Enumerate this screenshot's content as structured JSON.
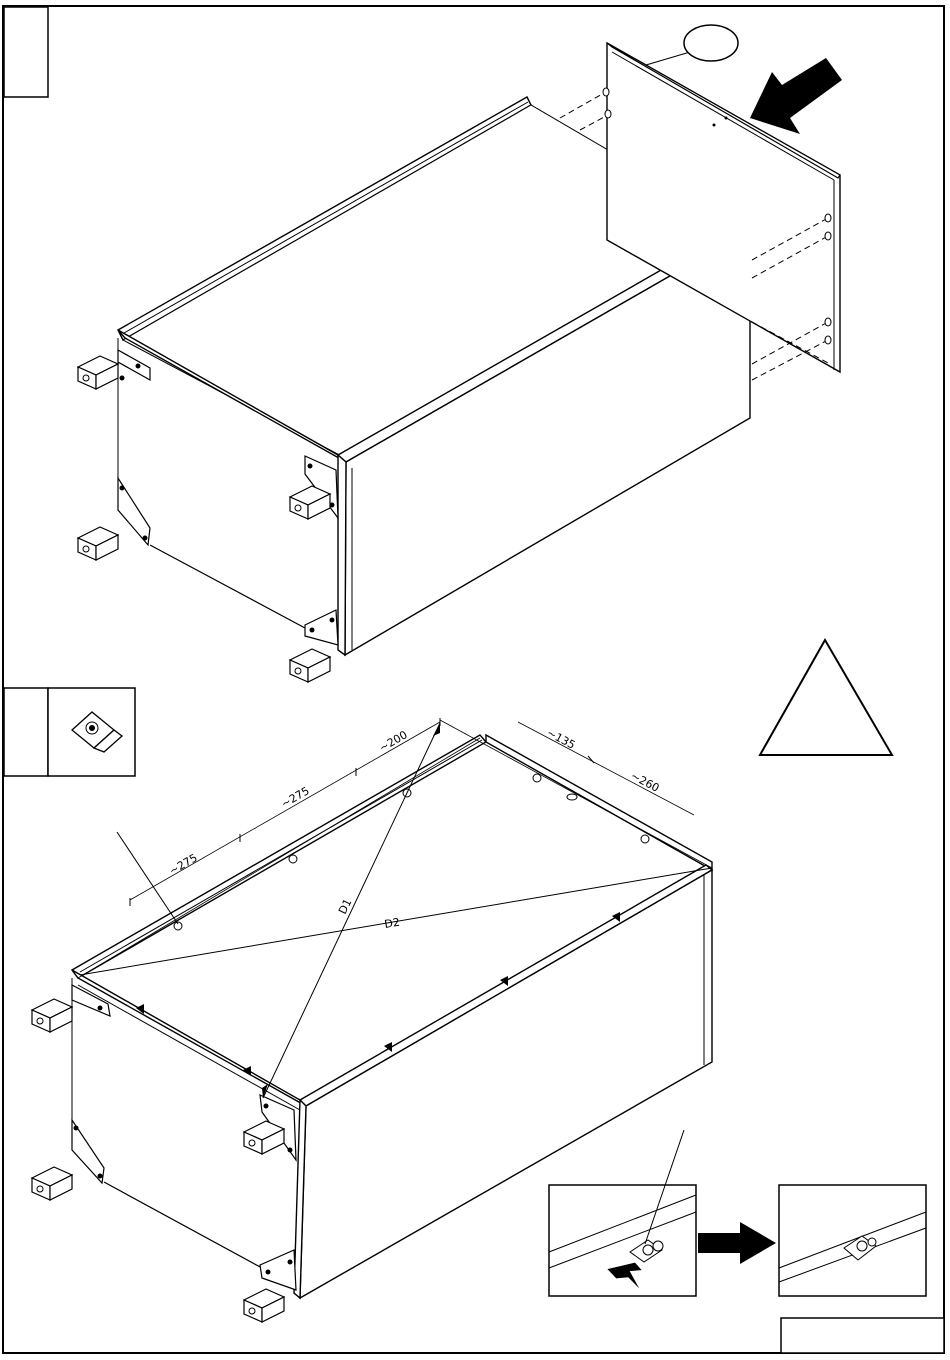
{
  "dimensions": {
    "top_1": "~200",
    "top_2": "~275",
    "top_3": "~275",
    "right_1": "~135",
    "right_2": "~260"
  },
  "diagonals": {
    "d1": "D1",
    "d2": "D2"
  },
  "step1_box_label": "",
  "step2_box_label": "",
  "back_panel_callout": "",
  "page_number": ""
}
